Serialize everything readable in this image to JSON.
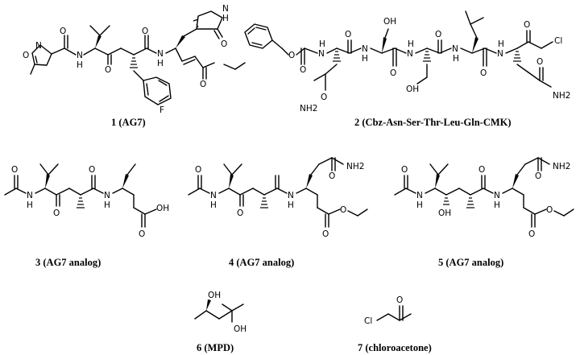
{
  "compounds": [
    {
      "caption": "1 (AG7)",
      "atoms": [
        "O",
        "N",
        "O",
        "N",
        "H",
        "O",
        "O",
        "N",
        "H",
        "O",
        "O",
        "N",
        "H",
        "F"
      ]
    },
    {
      "caption": "2 (Cbz-Asn-Ser-Thr-Leu-Gln-CMK)",
      "atoms": [
        "OH",
        "O",
        "O",
        "O",
        "N",
        "H",
        "O",
        "N",
        "H",
        "O",
        "N",
        "H",
        "N",
        "H",
        "O",
        "N",
        "H",
        "O",
        "Cl",
        "O",
        "NH2",
        "OH",
        "O",
        "NH2"
      ]
    },
    {
      "caption": "3 (AG7 analog)",
      "atoms": [
        "O",
        "N",
        "H",
        "O",
        "O",
        "N",
        "H",
        "O",
        "OH"
      ]
    },
    {
      "caption": "4 (AG7 analog)",
      "atoms": [
        "O",
        "NH2",
        "O",
        "N",
        "H",
        "O",
        "N",
        "H",
        "O",
        "O"
      ]
    },
    {
      "caption": "5 (AG7 analog)",
      "atoms": [
        "O",
        "NH2",
        "O",
        "N",
        "H",
        "OH",
        "O",
        "N",
        "H",
        "O",
        "O"
      ]
    },
    {
      "caption": "6 (MPD)",
      "atoms": [
        "OH",
        "OH"
      ]
    },
    {
      "caption": "7 (chloroacetone)",
      "atoms": [
        "O",
        "Cl"
      ]
    }
  ]
}
